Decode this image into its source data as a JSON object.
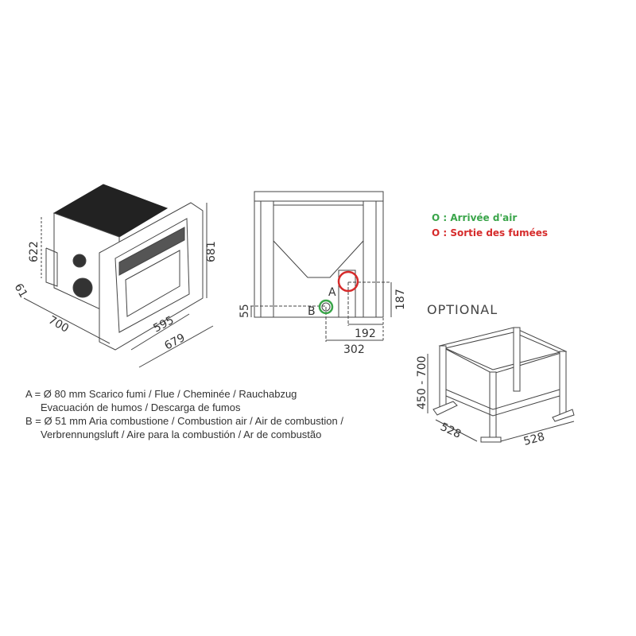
{
  "legend": {
    "air_inlet": "O : Arrivée d'air",
    "flue_outlet": "O : Sortie des fumées",
    "air_color": "#3aa54a",
    "flue_color": "#d62b2b"
  },
  "iso_view": {
    "dims": {
      "height_body": "622",
      "offset": "61",
      "depth": "700",
      "width_inner": "595",
      "width_outer": "679",
      "height_outer": "681"
    }
  },
  "rear_view": {
    "labels": {
      "a": "A",
      "b": "B"
    },
    "dims": {
      "b_height": "55",
      "a_height": "187",
      "a_offset": "192",
      "b_offset": "302"
    }
  },
  "optional": {
    "title": "OPTIONAL",
    "dims": {
      "height": "450 - 700",
      "depth": "528",
      "width": "528"
    }
  },
  "notes": [
    "A = Ø 80 mm  Scarico fumi / Flue / Cheminée / Rauchabzug",
    "Evacuación de humos / Descarga de fumos",
    "B = Ø 51 mm  Aria combustione / Combustion air / Air de combustion /",
    "Verbrennungsluft  / Aire para la combustión / Ar de combustão"
  ]
}
